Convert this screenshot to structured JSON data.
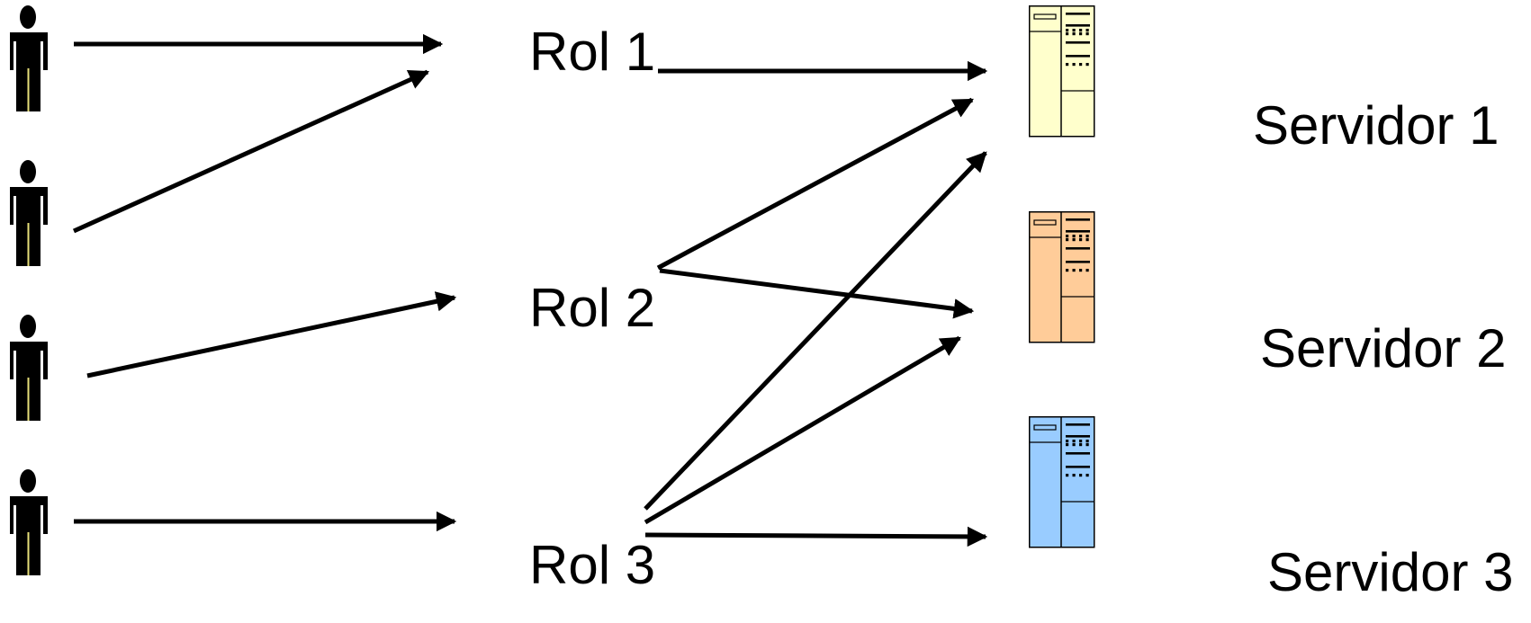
{
  "roles": [
    {
      "id": "rol-1",
      "label": "Rol 1"
    },
    {
      "id": "rol-2",
      "label": "Rol 2"
    },
    {
      "id": "rol-3",
      "label": "Rol 3"
    }
  ],
  "servers": [
    {
      "id": "servidor-1",
      "label": "Servidor 1",
      "color": "#FFFFCC"
    },
    {
      "id": "servidor-2",
      "label": "Servidor 2",
      "color": "#FFCC99"
    },
    {
      "id": "servidor-3",
      "label": "Servidor 3",
      "color": "#99CCFF"
    }
  ],
  "users": [
    {
      "id": "user-1"
    },
    {
      "id": "user-2"
    },
    {
      "id": "user-3"
    },
    {
      "id": "user-4"
    }
  ],
  "user_role_links": [
    {
      "from": "user-1",
      "to": "rol-1"
    },
    {
      "from": "user-2",
      "to": "rol-1"
    },
    {
      "from": "user-3",
      "to": "rol-2"
    },
    {
      "from": "user-4",
      "to": "rol-3"
    }
  ],
  "role_server_links": [
    {
      "from": "rol-1",
      "to": "servidor-1"
    },
    {
      "from": "rol-2",
      "to": "servidor-1"
    },
    {
      "from": "rol-2",
      "to": "servidor-2"
    },
    {
      "from": "rol-3",
      "to": "servidor-1"
    },
    {
      "from": "rol-3",
      "to": "servidor-2"
    },
    {
      "from": "rol-3",
      "to": "servidor-3"
    }
  ],
  "colors": {
    "arrow": "#000000",
    "person": "#000000",
    "person_leg_gap": "#E8E07A"
  }
}
